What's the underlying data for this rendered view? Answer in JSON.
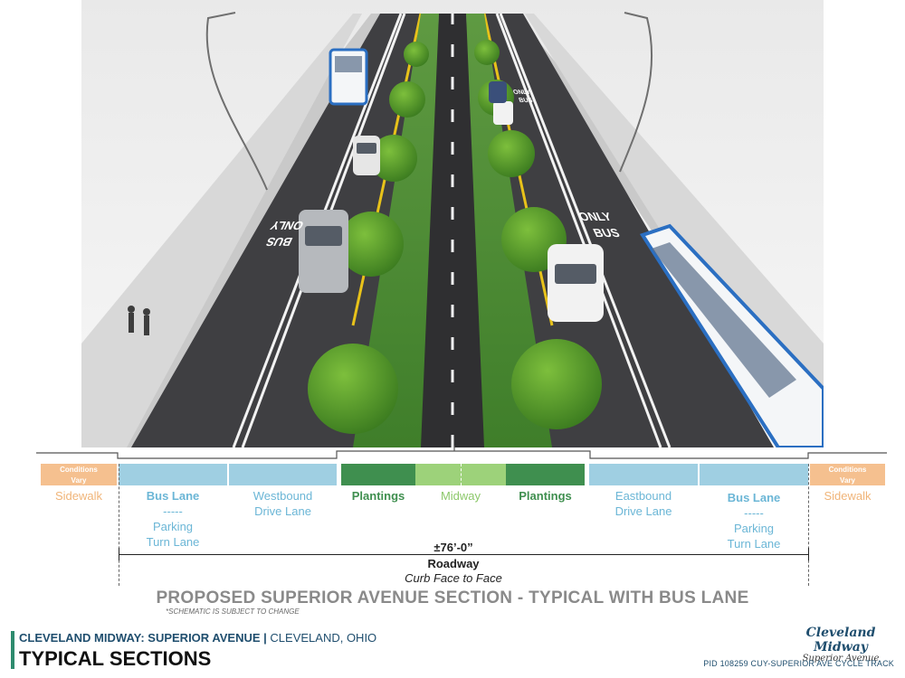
{
  "render": {
    "bus_marking_left": [
      "BUS",
      "ONLY"
    ],
    "bus_marking_right": [
      "ONLY",
      "BUS"
    ],
    "bus_marking_far": [
      "ONLY",
      "BUS"
    ]
  },
  "section": {
    "segments": [
      {
        "name": "Sidewalk",
        "bar_text": [
          "Conditions",
          "Vary"
        ],
        "label": [
          "Sidewalk"
        ]
      },
      {
        "name": "Bus Lane",
        "bar_text": [],
        "label_bold": "Bus Lane",
        "label": [
          "-----",
          "Parking",
          "Turn Lane"
        ]
      },
      {
        "name": "Westbound Drive Lane",
        "bar_text": [],
        "label": [
          "Westbound",
          "Drive Lane"
        ]
      },
      {
        "name": "Plantings",
        "bar_text": [],
        "label": [
          "Plantings"
        ]
      },
      {
        "name": "Midway",
        "bar_text": [],
        "label": [
          "Midway"
        ]
      },
      {
        "name": "Plantings",
        "bar_text": [],
        "label": [
          "Plantings"
        ]
      },
      {
        "name": "Eastbound Drive Lane",
        "bar_text": [],
        "label": [
          "Eastbound",
          "Drive Lane"
        ]
      },
      {
        "name": "Bus Lane",
        "bar_text": [],
        "label_bold": "Bus Lane",
        "label": [
          "-----",
          "Parking",
          "Turn Lane"
        ]
      },
      {
        "name": "Sidewalk",
        "bar_text": [
          "Conditions",
          "Vary"
        ],
        "label": [
          "Sidewalk"
        ]
      }
    ],
    "colors": {
      "sidewalk": "#f5c08f",
      "sidewalk_text": "#f0b478",
      "lane": "#9fcfe2",
      "lane_text": "#6bb6d6",
      "plantings": "#3f8f4f",
      "plantings_text": "#3f8f4f",
      "midway": "#9dd27a",
      "midway_text": "#8cc86a"
    },
    "dimension": {
      "value": "±76’-0”",
      "name": "Roadway",
      "sub": "Curb Face to Face"
    },
    "title": "PROPOSED SUPERIOR AVENUE SECTION - TYPICAL WITH BUS LANE",
    "note": "*SCHEMATIC IS SUBJECT TO CHANGE"
  },
  "footer": {
    "project_name": "CLEVELAND MIDWAY: SUPERIOR AVENUE",
    "separator": " | ",
    "location": "CLEVELAND, OHIO",
    "heading": "TYPICAL SECTIONS",
    "logo_main": "Cleveland Midway",
    "logo_sub": "Superior Avenue",
    "pid": "PID 108259 CUY-SUPERIOR AVE CYCLE TRACK"
  }
}
